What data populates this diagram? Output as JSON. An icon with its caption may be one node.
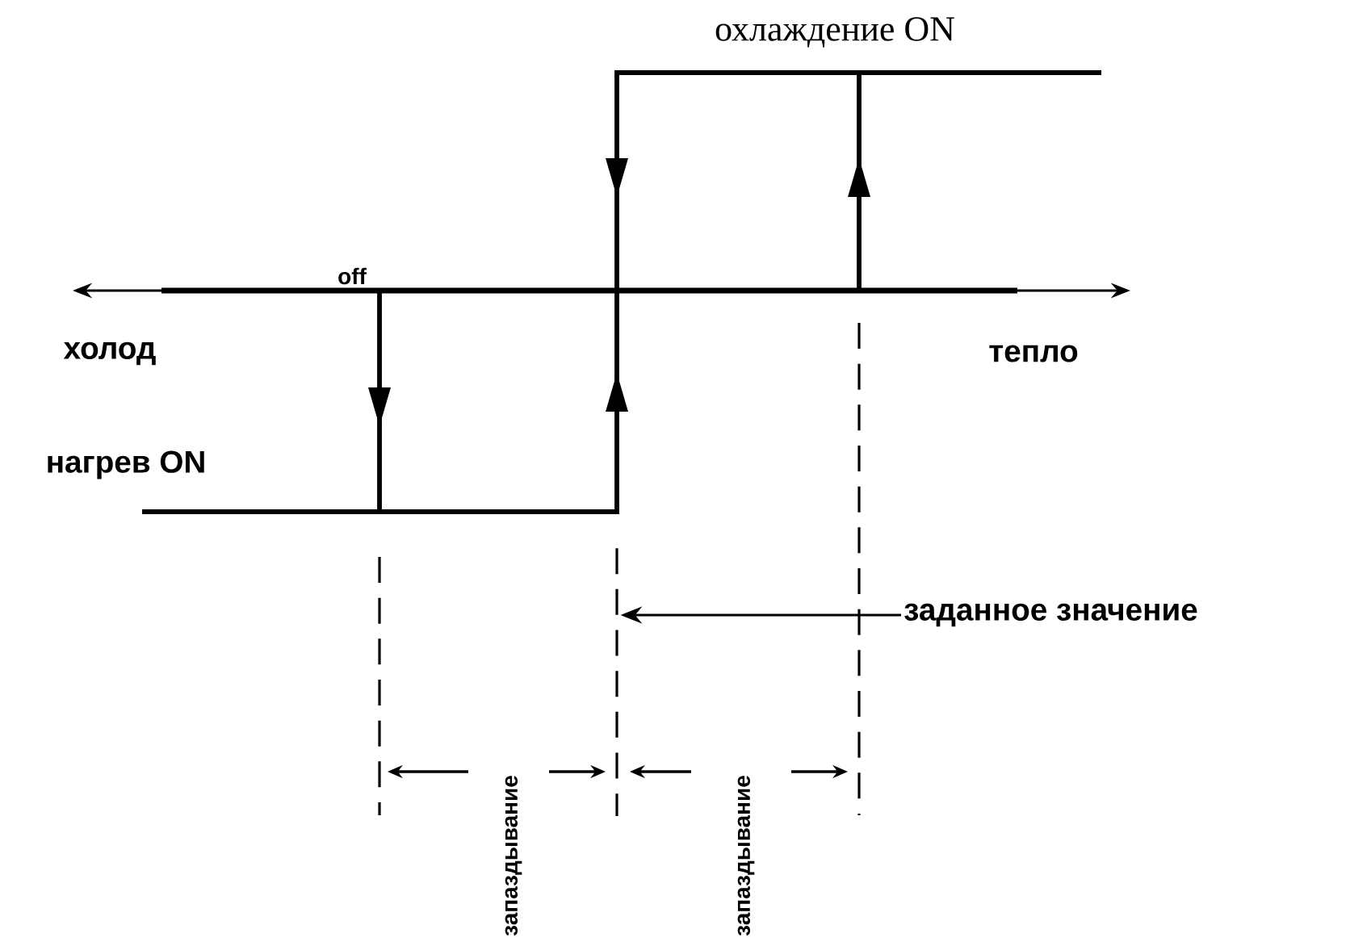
{
  "diagram": {
    "nodes": [
      {
        "text": [
          "заданное значение"
        ]
      },
      {
        "text": [],
        "shape": "line"
      }
    ],
    "edges": [
      {
        "from": 0,
        "to": 1,
        "arrow": "to"
      }
    ],
    "labels": [
      "охлаждение ON",
      "off",
      "холод",
      "тепло",
      "нагрев ON",
      "запаздывание",
      "запаздывание"
    ]
  }
}
